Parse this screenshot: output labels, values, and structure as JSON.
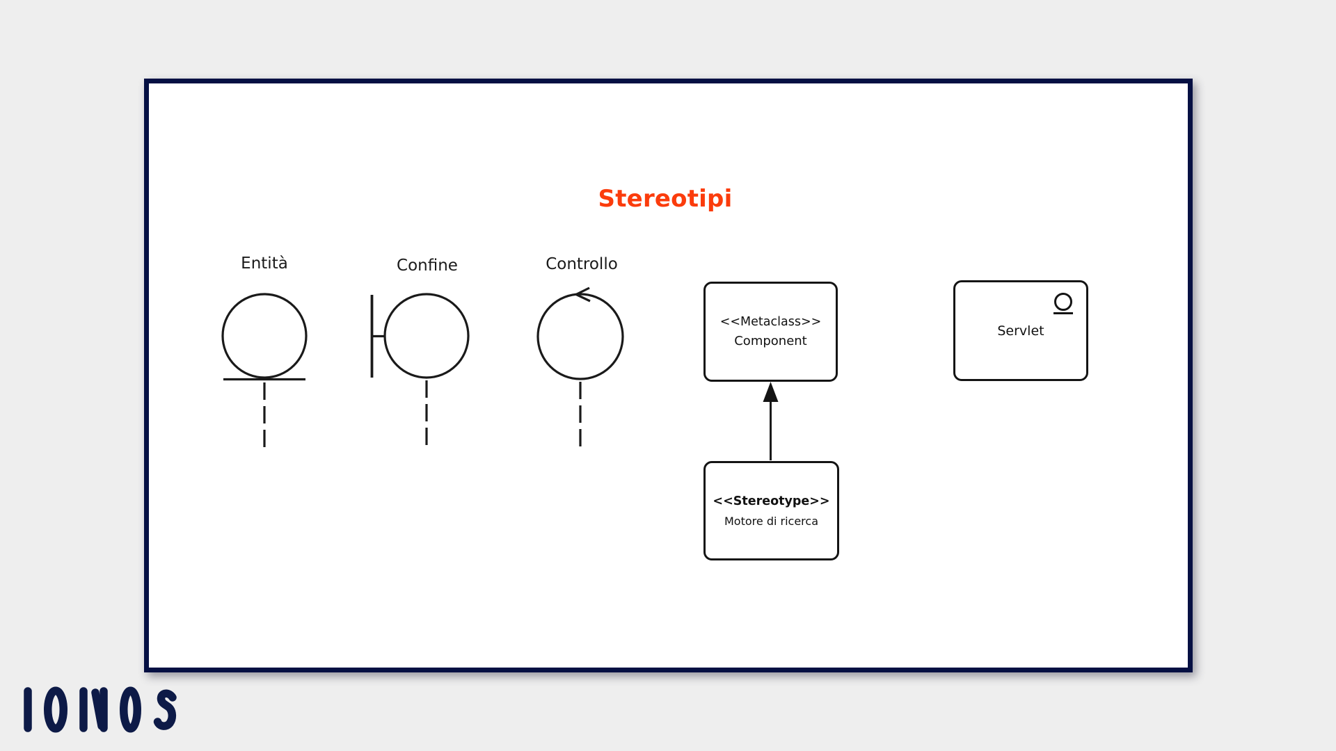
{
  "window": {
    "background": "#eeeeee"
  },
  "frame": {
    "background": "#ffffff",
    "border_color": "#051043"
  },
  "title": {
    "text": "Stereotipi",
    "color": "#fb3c0c"
  },
  "symbols": {
    "entity": {
      "label": "Entità"
    },
    "boundary": {
      "label": "Confine"
    },
    "control": {
      "label": "Controllo"
    }
  },
  "boxes": {
    "metaclass": {
      "stereotype": "<<Metaclass>>",
      "name": "Component"
    },
    "stereotype": {
      "stereotype": "<<Stereotype>>",
      "name": "Motore di ricerca"
    },
    "servlet": {
      "name": "Servlet",
      "icon": "entity-circle-icon"
    }
  },
  "logo": {
    "text": "IONOS",
    "color": "#0d1a47"
  },
  "diagram": {
    "stroke_color": "#1a1a1a"
  }
}
